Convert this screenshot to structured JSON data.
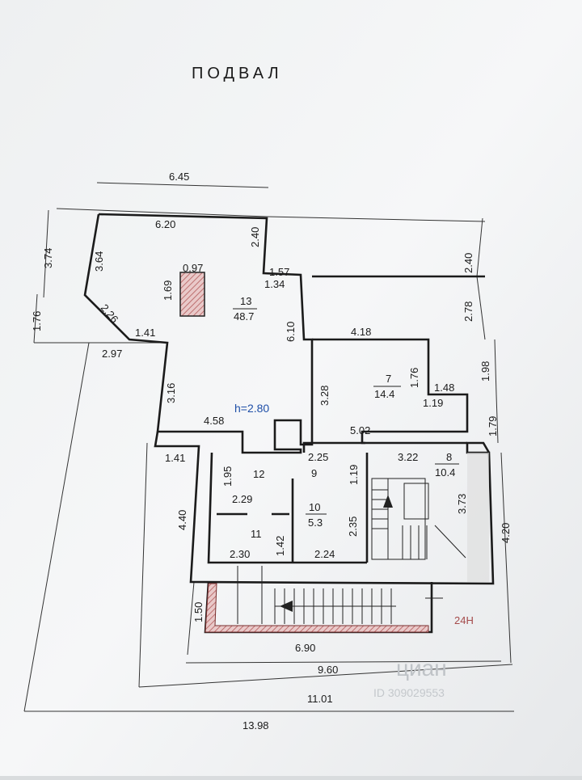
{
  "title": "ПОДВАЛ",
  "height_note": "h=2.80",
  "code_label": "24H",
  "watermark": {
    "brand": "циан",
    "id": "ID 309029553"
  },
  "rooms": [
    {
      "number": "13",
      "area": "48.7"
    },
    {
      "number": "7",
      "area": "14.4"
    },
    {
      "number": "8",
      "area": "10.4"
    },
    {
      "number": "10",
      "area": "5.3"
    },
    {
      "number": "12",
      "area": ""
    },
    {
      "number": "9",
      "area": ""
    },
    {
      "number": "11",
      "area": ""
    }
  ],
  "dimensions": [
    "6.45",
    "6.20",
    "2.40",
    "1.57",
    "1.34",
    "3.74",
    "3.64",
    "2.26",
    "1.76",
    "1.41",
    "2.97",
    "1.69",
    "0.97",
    "6.10",
    "3.16",
    "4.58",
    "2.40",
    "2.78",
    "4.18",
    "1.98",
    "1.76",
    "3.28",
    "1.48",
    "1.19",
    "1.79",
    "5.02",
    "2.25",
    "1.95",
    "1.41",
    "1.19",
    "3.22",
    "2.29",
    "2.35",
    "3.73",
    "4.40",
    "1.42",
    "2.30",
    "2.24",
    "4.20",
    "1.50",
    "6.90",
    "9.60",
    "11.01",
    "13.98"
  ]
}
